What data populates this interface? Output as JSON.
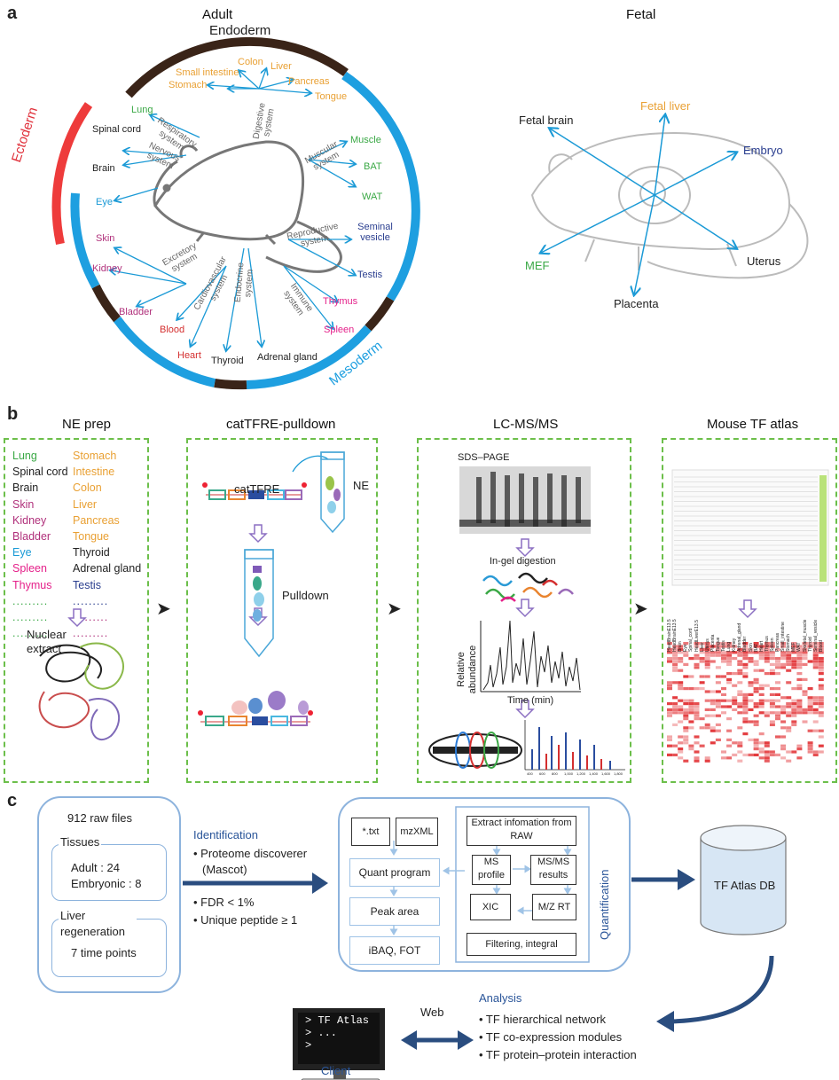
{
  "colors": {
    "arrow": "#1b9ad6",
    "green": "#3aa845",
    "orange": "#e9a033",
    "magenta": "#b0307b",
    "pink": "#e5208a",
    "red": "#d42f2f",
    "navy": "#2a3e8f",
    "ring_blue": "#1e9fe0",
    "ring_brown": "#3a2418",
    "ring_red": "#ee3b3b",
    "dash_green": "#6cbf4a",
    "dark_blue": "#2a4d7f"
  },
  "panel_a": {
    "letter": "a",
    "adult_title": "Adult",
    "fetal_title": "Fetal",
    "germ_layers": {
      "endoderm": "Endoderm",
      "ectoderm": "Ectoderm",
      "mesoderm": "Mesoderm"
    },
    "systems": {
      "digestive": "Digestive system",
      "respiratory": "Respiratory system",
      "nervous": "Nervous system",
      "muscular": "Muscular system",
      "reproductive": "Reproductive system",
      "excretory": "Excretory system",
      "cardiovascular": "Cardiovascular system",
      "endocrine": "Endocrine system",
      "immune": "Immune system"
    },
    "organs": {
      "colon": "Colon",
      "liver": "Liver",
      "small_intestine": "Small intestine",
      "pancreas": "Pancreas",
      "stomach": "Stomach",
      "tongue": "Tongue",
      "lung": "Lung",
      "spinal_cord": "Spinal cord",
      "brain": "Brain",
      "eye": "Eye",
      "muscle": "Muscle",
      "bat": "BAT",
      "wat": "WAT",
      "seminal_vesicle": "Seminal vesicle",
      "testis": "Testis",
      "skin": "Skin",
      "kidney": "Kidney",
      "bladder": "Bladder",
      "thymus": "Thymus",
      "spleen": "Spleen",
      "blood": "Blood",
      "heart": "Heart",
      "thyroid": "Thyroid",
      "adrenal_gland": "Adrenal gland"
    },
    "fetal": {
      "fetal_brain": "Fetal brain",
      "fetal_liver": "Fetal liver",
      "embryo": "Embryo",
      "mef": "MEF",
      "uterus": "Uterus",
      "placenta": "Placenta"
    }
  },
  "panel_b": {
    "letter": "b",
    "ne_prep": {
      "title": "NE prep",
      "left_list": [
        "Lung",
        "Spinal cord",
        "Brain",
        "Skin",
        "Kidney",
        "Bladder",
        "Eye",
        "Spleen",
        "Thymus"
      ],
      "right_list": [
        "Stomach",
        "Intestine",
        "Colon",
        "Liver",
        "Pancreas",
        "Tongue",
        "Thyroid",
        "Adrenal gland",
        "Testis"
      ],
      "dots": ".........",
      "nuclear_extract": "Nuclear extract"
    },
    "pulldown": {
      "title": "catTFRE-pulldown",
      "cattfre": "catTFRE",
      "ne": "NE",
      "pulldown": "Pulldown"
    },
    "lcms": {
      "title": "LC-MS/MS",
      "sds_page": "SDS–PAGE",
      "in_gel": "In-gel digestion",
      "ylabel": "Relative abundance",
      "xlabel": "Time (min)",
      "spectrum_ticks": [
        "400",
        "600",
        "800",
        "1,000",
        "1,200",
        "1,400",
        "1,600",
        "1,800"
      ]
    },
    "atlas": {
      "title": "Mouse TF atlas",
      "columns": [
        "HeadBrainE13.5",
        "HeadBrainE13.5",
        "Brain",
        "Eye",
        "Spinal_cord",
        "HeadLiverE13.5",
        "Liver",
        "Uterus",
        "Placenta",
        "Tongue",
        "Testis",
        "Lung",
        "Kidney",
        "Adrenal_gland",
        "Bladder",
        "Skin",
        "BAT",
        "Heart",
        "Thymus",
        "Spleen",
        "Pancreas",
        "Small_intestine",
        "Stomach",
        "MEF",
        "WAT",
        "Skeletal_muscle",
        "Thyroid",
        "Seminal_vesicle",
        "Blood"
      ]
    }
  },
  "panel_c": {
    "letter": "c",
    "raw_files": "912 raw files",
    "tissues_label": "Tissues",
    "adult": "Adult : 24",
    "embryonic": "Embryonic : 8",
    "liver_regen": "Liver regeneration",
    "time_points": "7 time points",
    "identification": "Identification",
    "id_items": [
      "• Proteome discoverer",
      "(Mascot)",
      "• FDR < 1%",
      "• Unique peptide ≥ 1"
    ],
    "txt": "*.txt",
    "mzxml": "mzXML",
    "quant_program": "Quant program",
    "peak_area": "Peak area",
    "ibaq": "iBAQ, FOT",
    "extract": "Extract infomation from RAW",
    "ms_profile": "MS profile",
    "msms_results": "MS/MS results",
    "xic": "XIC",
    "mz_rt": "M/Z RT",
    "filtering": "Filtering, integral",
    "quantification": "Quantification",
    "db": "TF Atlas DB",
    "analysis": "Analysis",
    "analysis_items": [
      "• TF hierarchical network",
      "• TF co-expression modules",
      "• TF protein–protein interaction"
    ],
    "web": "Web",
    "client": "Client",
    "terminal": [
      "> TF Atlas",
      "> ...",
      ">"
    ]
  }
}
